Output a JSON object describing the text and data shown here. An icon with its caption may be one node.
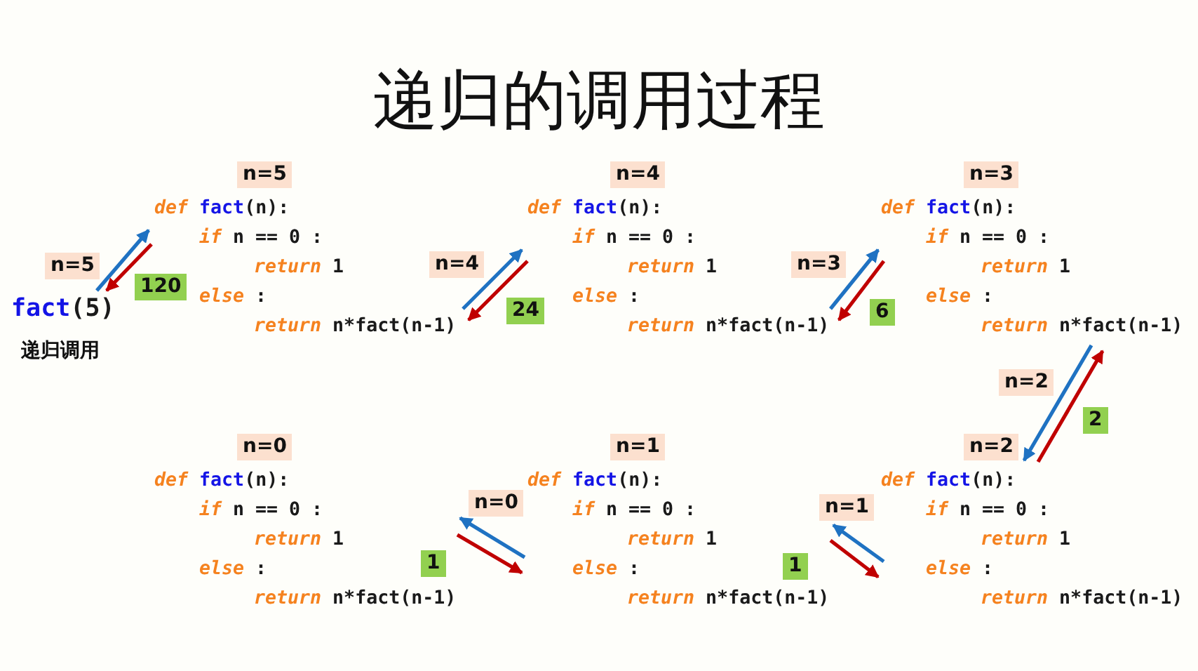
{
  "diagram": {
    "title": "递归的调用过程",
    "nodes": [
      {
        "text": [
          "fact(5)"
        ],
        "beside": [
          "递归调用"
        ]
      },
      {
        "text": [
          "def fact(n):",
          "if n == 0 :",
          "return 1",
          "else :",
          "return n*fact(n-1)"
        ],
        "beside": [
          "n=5"
        ]
      },
      {
        "text": [
          "def fact(n):",
          "if n == 0 :",
          "return 1",
          "else :",
          "return n*fact(n-1)"
        ],
        "beside": [
          "n=4"
        ]
      },
      {
        "text": [
          "def fact(n):",
          "if n == 0 :",
          "return 1",
          "else :",
          "return n*fact(n-1)"
        ],
        "beside": [
          "n=3"
        ]
      },
      {
        "text": [
          "def fact(n):",
          "if n == 0 :",
          "return 1",
          "else :",
          "return n*fact(n-1)"
        ],
        "beside": [
          "n=0"
        ]
      },
      {
        "text": [
          "def fact(n):",
          "if n == 0 :",
          "return 1",
          "else :",
          "return n*fact(n-1)"
        ],
        "beside": [
          "n=1"
        ]
      },
      {
        "text": [
          "def fact(n):",
          "if n == 0 :",
          "return 1",
          "else :",
          "return n*fact(n-1)"
        ],
        "beside": [
          "n=2"
        ]
      }
    ],
    "edges": [
      {
        "from": 0,
        "to": 1,
        "arrow": "to",
        "label": "n=5",
        "color": "#1f72c2"
      },
      {
        "from": 1,
        "to": 0,
        "arrow": "to",
        "label": "120",
        "color": "#c00000"
      },
      {
        "from": 1,
        "to": 2,
        "arrow": "to",
        "label": "n=4",
        "color": "#1f72c2"
      },
      {
        "from": 2,
        "to": 1,
        "arrow": "to",
        "label": "24",
        "color": "#c00000"
      },
      {
        "from": 2,
        "to": 3,
        "arrow": "to",
        "label": "n=3",
        "color": "#1f72c2"
      },
      {
        "from": 3,
        "to": 2,
        "arrow": "to",
        "label": "6",
        "color": "#c00000"
      },
      {
        "from": 3,
        "to": 6,
        "arrow": "to",
        "label": "n=2",
        "color": "#1f72c2"
      },
      {
        "from": 6,
        "to": 3,
        "arrow": "to",
        "label": "2",
        "color": "#c00000"
      },
      {
        "from": 6,
        "to": 5,
        "arrow": "to",
        "label": "n=1",
        "color": "#1f72c2"
      },
      {
        "from": 5,
        "to": 6,
        "arrow": "to",
        "label": "1",
        "color": "#c00000"
      },
      {
        "from": 5,
        "to": 4,
        "arrow": "to",
        "label": "n=0",
        "color": "#1f72c2"
      },
      {
        "from": 4,
        "to": 5,
        "arrow": "to",
        "label": "1",
        "color": "#c00000"
      }
    ]
  }
}
